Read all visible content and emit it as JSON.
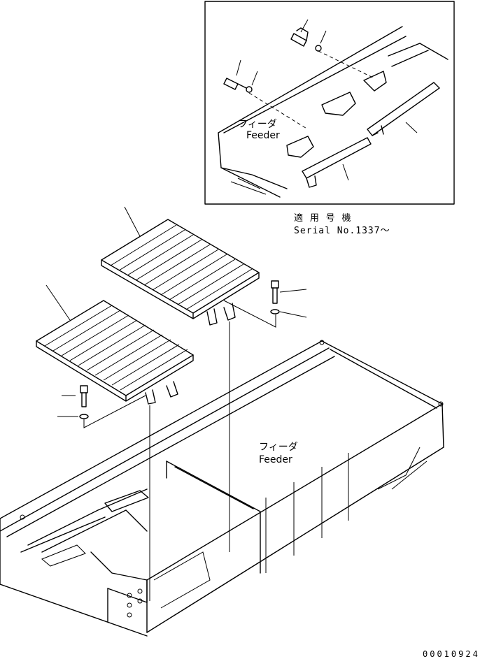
{
  "labels": {
    "inset_jp": "フィーダ",
    "inset_en": "Feeder",
    "main_jp": "フィーダ",
    "main_en": "Feeder",
    "serial_jp": "適 用 号 機",
    "serial_en": "Serial No.1337～",
    "drawing_code": "00010924"
  }
}
